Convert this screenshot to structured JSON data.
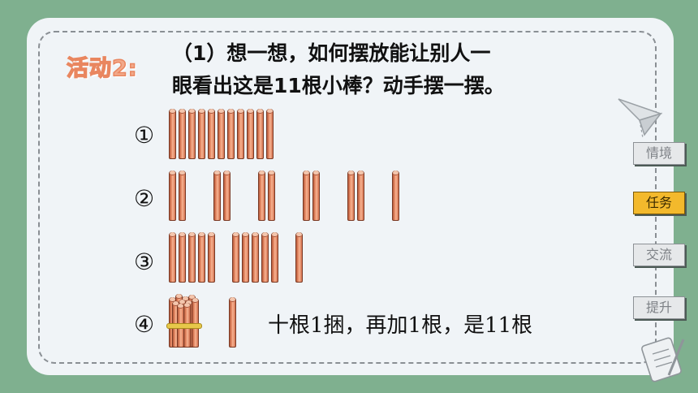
{
  "activity": {
    "label": "活动2:"
  },
  "question": {
    "line1": "（1）想一想，如何摆放能让别人一",
    "line2": "眼看出这是11根小棒？动手摆一摆。"
  },
  "rows": [
    {
      "marker": "①",
      "sticks": 11,
      "grouping": [
        11
      ]
    },
    {
      "marker": "②",
      "sticks": 11,
      "grouping": [
        2,
        2,
        2,
        2,
        2,
        1
      ]
    },
    {
      "marker": "③",
      "sticks": 11,
      "grouping": [
        5,
        5,
        1
      ]
    },
    {
      "marker": "④",
      "sticks": 11,
      "grouping": [
        "bundle-10",
        1
      ]
    }
  ],
  "caption": "十根1捆，再加1根，是11根",
  "nav": {
    "items": [
      {
        "label": "情境",
        "active": false
      },
      {
        "label": "任务",
        "active": true
      },
      {
        "label": "交流",
        "active": false
      },
      {
        "label": "提升",
        "active": false
      }
    ]
  },
  "colors": {
    "background": "#7fb08f",
    "card": "#f0f4f7",
    "stick": "#e88e69",
    "activity_text": "#f2a98a",
    "nav_active": "#f3b92c",
    "nav_inactive": "#e6e8ea"
  }
}
